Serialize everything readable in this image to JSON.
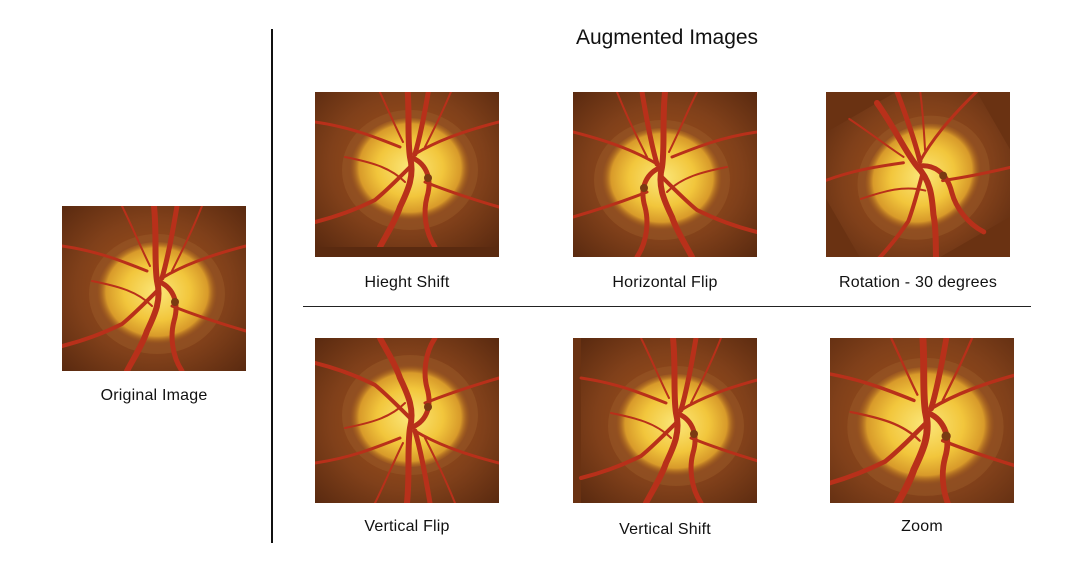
{
  "original": {
    "caption": "Original Image"
  },
  "augmented": {
    "title": "Augmented Images",
    "items": [
      {
        "caption": "Hieght Shift",
        "transform": "shift-up"
      },
      {
        "caption": "Horizontal Flip",
        "transform": "flip-h"
      },
      {
        "caption": "Rotation - 30 degrees",
        "transform": "rotate-30"
      },
      {
        "caption": "Vertical Flip",
        "transform": "flip-v"
      },
      {
        "caption": "Vertical Shift",
        "transform": "shift-right"
      },
      {
        "caption": "Zoom",
        "transform": "zoom"
      }
    ]
  },
  "colors": {
    "background": "#7a3a12",
    "disc": "#f2d24a",
    "vessel": "#c8361e"
  }
}
